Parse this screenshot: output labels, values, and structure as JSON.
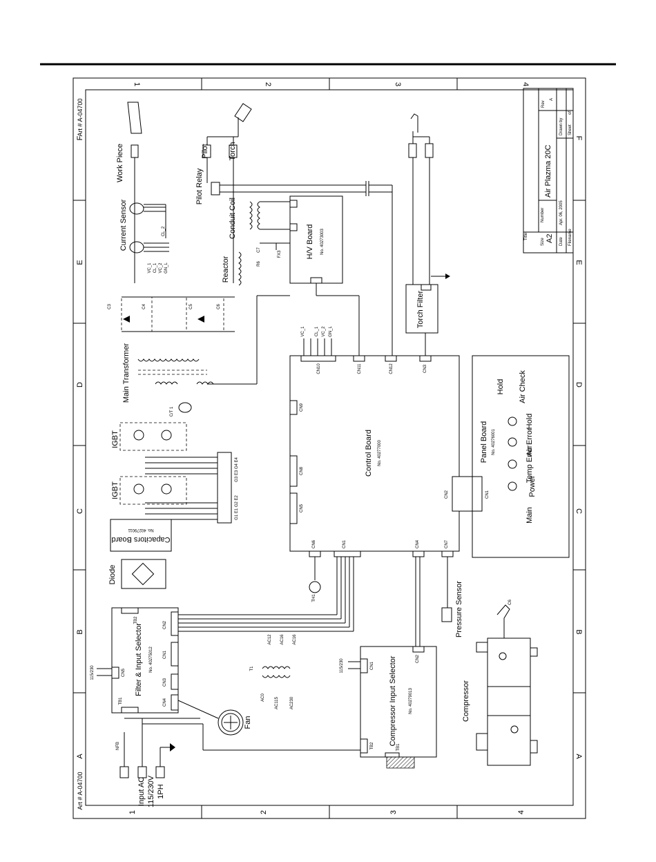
{
  "title_block": {
    "title_label": "Title",
    "title": "Air Plazma 20C",
    "size_label": "Size",
    "size": "A2",
    "number_label": "Number",
    "rev_label": "Rev",
    "rev": "A",
    "date_label": "Date",
    "date": "Apr. 06, 2005",
    "drawn_label": "Drawn by",
    "filename_label": "Filename",
    "sheet_label": "Sheet",
    "sheet": "of"
  },
  "art_number_top": "Art # A-04700",
  "art_number_bottom": "Art # A-04700",
  "grid": {
    "numbers": [
      "1",
      "2",
      "3",
      "4"
    ],
    "letters": [
      "F",
      "E",
      "D",
      "C",
      "B",
      "A"
    ]
  },
  "components": {
    "work_piece": "Work Piece",
    "pilot": "Pilot",
    "torch": "Torch",
    "pilot_relay": "Pilot Relay",
    "conduit_coil": "Conduit Coil",
    "current_sensor": "Current Sensor",
    "reactor": "Reactor",
    "hv_board": "H/V Board",
    "hv_board_no": "No. 40273003",
    "torch_filter": "Torch Filter",
    "main_transformer": "Main Transformer",
    "igbt_1": "IGBT",
    "igbt_2": "IGBT",
    "capacitors_board": "Capacitors Board",
    "capacitors_board_no": "No. 40279011",
    "diode": "Diode",
    "control_board": "Control Board",
    "control_board_no": "No. 40277000",
    "panel_board": "Panel Board",
    "panel_board_no": "No. 40276001",
    "hold_switch": "Hold",
    "air_check": "Air Check",
    "led_power": "Power",
    "led_temp": "Temp Error",
    "led_air": "Air Error",
    "led_hold": "Hold",
    "main_pot": "Main",
    "pressure_sensor": "Pressure Sensor",
    "filter_input_selector": "Filter & Input Selector",
    "filter_input_selector_no": "No. 40275012",
    "fan": "Fan",
    "compressor_input_selector": "Compressor Input Selector",
    "compressor_input_selector_no": "No. 40279013",
    "compressor": "Compressor",
    "input_ac_1": "Input AC",
    "input_ac_2": "115/230V",
    "input_ac_3": "1PH"
  },
  "connectors": {
    "cn12": "CN12",
    "cn11": "CN11",
    "cn10": "CN10",
    "cn3": "CN3",
    "cn9": "CN9",
    "cn8": "CN8",
    "cn5": "CN5",
    "cn2": "CN2",
    "cn6": "CN6",
    "cn1": "CN1",
    "cn4": "CN4",
    "cn7": "CN7",
    "tb2": "TB2",
    "tb1": "TB1"
  },
  "signals": {
    "vc1": "VC_1",
    "cl1": "CL_1",
    "vc2": "VC_2",
    "gnl": "GN_L",
    "cl2": "CL_2",
    "ct1": "C/T 1",
    "t1": "T1",
    "th1": "TH1",
    "ac12": "AC12",
    "ac16a": "AC16",
    "ac16b": "AC16",
    "ac0": "AC0",
    "ac115": "AC115",
    "ac230": "AC230",
    "v115_230": "115/230",
    "nfb": "NFB",
    "c6": "C6",
    "gate_row_1": "G1 E1 G2 E2",
    "gate_row_2": "G3 E3 G4 E4"
  }
}
